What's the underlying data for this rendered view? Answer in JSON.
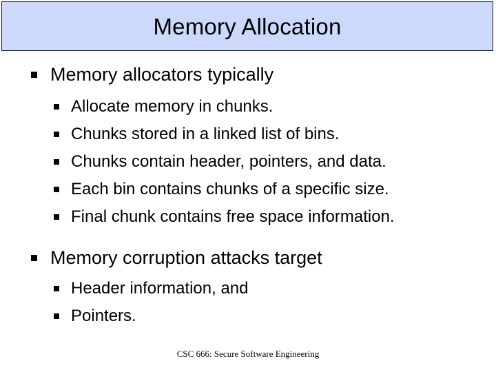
{
  "slide": {
    "title": "Memory Allocation",
    "title_bar_color": "#ccd9fb",
    "title_border_color": "#11131c",
    "background_color": "#ffffff",
    "text_color": "#000000",
    "bullet_glyph": "square-bullet",
    "content": [
      {
        "level": 1,
        "text": "Memory allocators typically",
        "children": [
          {
            "level": 2,
            "text": "Allocate memory in chunks."
          },
          {
            "level": 2,
            "text": "Chunks stored in a linked list of bins."
          },
          {
            "level": 2,
            "text": "Chunks contain header, pointers, and data."
          },
          {
            "level": 2,
            "text": "Each bin contains chunks of a specific size."
          },
          {
            "level": 2,
            "text": "Final chunk contains free space information."
          }
        ]
      },
      {
        "level": 1,
        "text": "Memory corruption attacks target",
        "children": [
          {
            "level": 2,
            "text": "Header information, and"
          },
          {
            "level": 2,
            "text": "Pointers."
          }
        ]
      }
    ],
    "footer": "CSC 666: Secure Software Engineering"
  }
}
